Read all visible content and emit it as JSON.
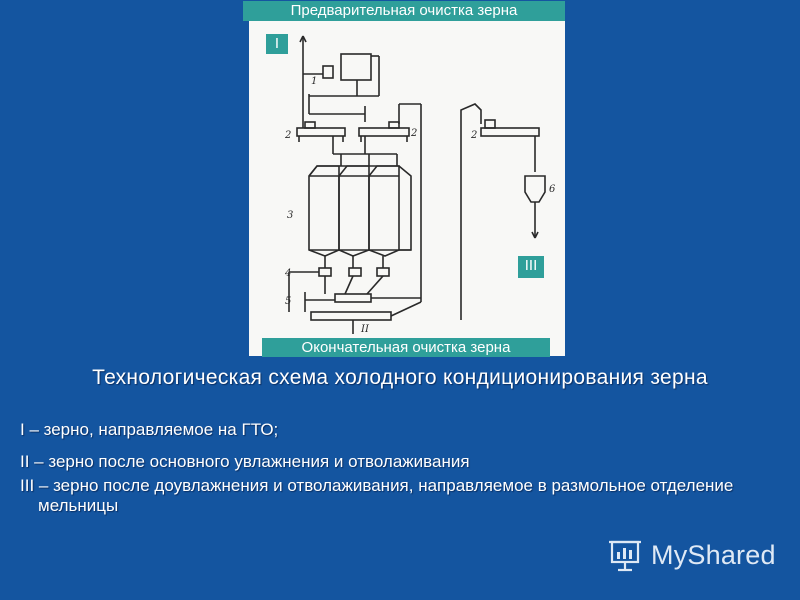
{
  "slide": {
    "top_caption": "Предварительная очистка зерна",
    "bottom_caption": "Окончательная очистка зерна",
    "roman_1": "I",
    "roman_3": "III",
    "title": "Технологическая схема холодного кондиционирования зерна",
    "legend": [
      "I – зерно, направляемое на ГТО;",
      "II – зерно после основного увлажнения и отволаживания",
      "III – зерно после доувлажнения и отволаживания, направляемое в размольное отделение мельницы"
    ],
    "diagram_labels": {
      "n1": "1",
      "n2a": "2",
      "n2b": "2",
      "n2c": "2",
      "n3": "3",
      "n4": "4",
      "n5": "5",
      "n6": "6",
      "nII": "II"
    },
    "brand": "MyShared"
  },
  "colors": {
    "background": "#1455a0",
    "caption_bg": "#2f9f9a",
    "diagram_bg": "#f8f8f6",
    "text": "#ffffff"
  }
}
